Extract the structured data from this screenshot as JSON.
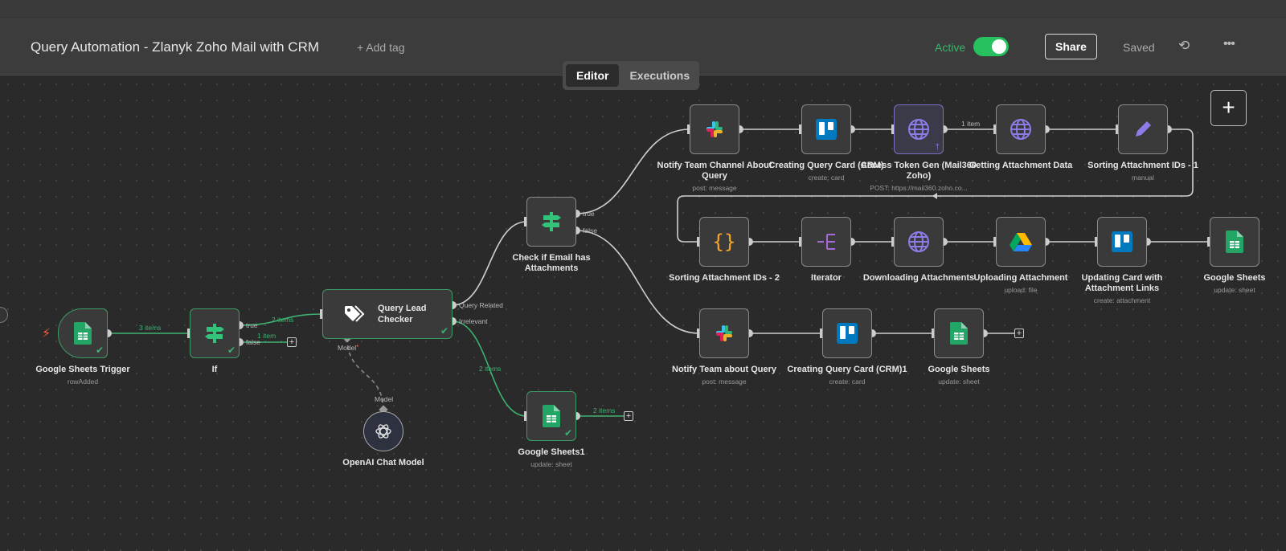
{
  "header": {
    "title": "Query Automation - Zlanyk Zoho Mail with CRM",
    "add_tag": "+ Add tag",
    "active_label": "Active",
    "active": true,
    "share": "Share",
    "saved": "Saved"
  },
  "tabs": [
    {
      "label": "Editor",
      "selected": true
    },
    {
      "label": "Executions",
      "selected": false
    }
  ],
  "colors": {
    "accent_green": "#26c05f",
    "success": "#3cb371",
    "canvas": "#2a2a2a"
  },
  "nodes": [
    {
      "id": "gst",
      "label": "Google Sheets Trigger",
      "sub": "rowAdded",
      "icon": "google-sheets-icon",
      "success": true
    },
    {
      "id": "if",
      "label": "If",
      "sub": "",
      "icon": "signpost-icon",
      "success": true
    },
    {
      "id": "qlc",
      "label": "Query Lead Checker",
      "sub": "",
      "icon": "tag-icon",
      "success": true
    },
    {
      "id": "oai",
      "label": "OpenAI Chat Model",
      "sub": "",
      "icon": "openai-icon"
    },
    {
      "id": "gs1",
      "label": "Google Sheets1",
      "sub": "update: sheet",
      "icon": "google-sheets-icon",
      "success": true
    },
    {
      "id": "chk",
      "label": "Check if Email has Attachments",
      "sub": "",
      "icon": "signpost-icon"
    },
    {
      "id": "ntc",
      "label": "Notify Team Channel About Query",
      "sub": "post: message",
      "icon": "slack-icon"
    },
    {
      "id": "cqc",
      "label": "Creating Query Card (CRM)",
      "sub": "create: card",
      "icon": "trello-icon"
    },
    {
      "id": "atg",
      "label": "Access Token Gen (Mail360 Zoho)",
      "sub": "POST: https://mail360.zoho.co...",
      "icon": "globe-icon",
      "pinned": true
    },
    {
      "id": "gad",
      "label": "Getting Attachment Data",
      "sub": "",
      "icon": "globe-icon"
    },
    {
      "id": "sa1",
      "label": "Sorting Attachment IDs - 1",
      "sub": "manual",
      "icon": "pencil-icon"
    },
    {
      "id": "sa2",
      "label": "Sorting Attachment IDs - 2",
      "sub": "",
      "icon": "code-braces-icon"
    },
    {
      "id": "itr",
      "label": "Iterator",
      "sub": "",
      "icon": "split-icon"
    },
    {
      "id": "dla",
      "label": "Downloading Attachments",
      "sub": "",
      "icon": "globe-icon"
    },
    {
      "id": "upa",
      "label": "Uploading Attachment",
      "sub": "upload: file",
      "icon": "google-drive-icon"
    },
    {
      "id": "ucl",
      "label": "Updating Card with Attachment Links",
      "sub": "create: attachment",
      "icon": "trello-icon"
    },
    {
      "id": "gsr",
      "label": "Google Sheets",
      "sub": "update: sheet",
      "icon": "google-sheets-icon"
    },
    {
      "id": "ntq",
      "label": "Notify Team about Query",
      "sub": "post: message",
      "icon": "slack-icon"
    },
    {
      "id": "cq1",
      "label": "Creating Query Card (CRM)1",
      "sub": "create: card",
      "icon": "trello-icon"
    },
    {
      "id": "gs2",
      "label": "Google Sheets",
      "sub": "update: sheet",
      "icon": "google-sheets-icon"
    }
  ],
  "ports": {
    "if_true": "true",
    "if_false": "false",
    "qlc_out1": "Query Related",
    "qlc_out2": "Irrelevant",
    "qlc_model": "Model",
    "oai_model": "Model",
    "chk_true": "true",
    "chk_false": "false"
  },
  "edge_labels": {
    "gst_if": "3 items",
    "if_qlc": "2 items",
    "if_false": "1 item",
    "qlc_gs1": "2 items",
    "gs1_out": "2 items",
    "atg_gad": "1 item"
  }
}
